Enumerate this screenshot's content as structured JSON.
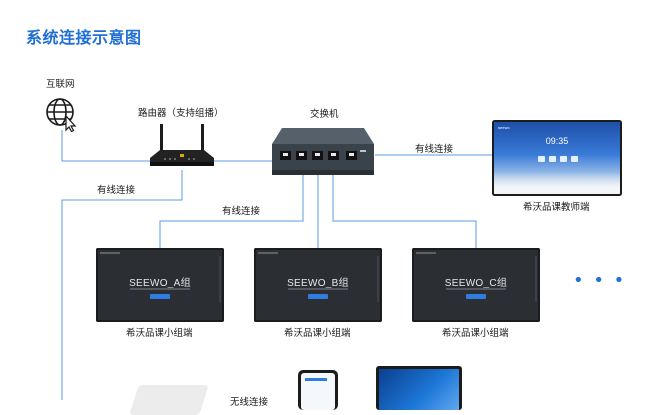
{
  "title": "系统连接示意图",
  "nodes": {
    "internet": {
      "label": "互联网"
    },
    "router": {
      "label": "路由器（支持组播）"
    },
    "switch": {
      "label": "交换机"
    },
    "teacher": {
      "label": "希沃品课教师端",
      "clock": "09:35",
      "brand": "seewo"
    },
    "groups": [
      {
        "screen_name": "SEEWO_A组",
        "label": "希沃品课小组端"
      },
      {
        "screen_name": "SEEWO_B组",
        "label": "希沃品课小组端"
      },
      {
        "screen_name": "SEEWO_C组",
        "label": "希沃品课小组端"
      }
    ],
    "more": "• • •"
  },
  "links": {
    "switch_teacher": "有线连接",
    "router_down": "有线连接",
    "switch_groups": "有线连接",
    "wireless": "无线连接"
  },
  "colors": {
    "accent": "#1f6fd6",
    "line": "#5b9be6"
  }
}
